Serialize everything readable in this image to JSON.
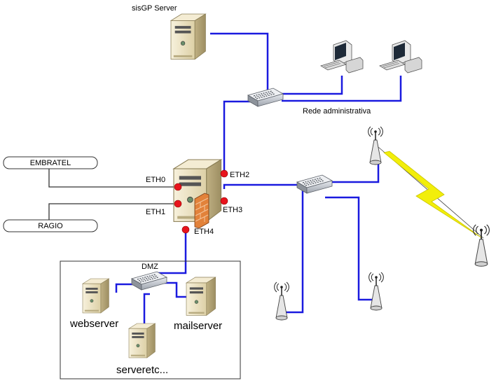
{
  "labels": {
    "sisgp_server": "sisGP Server",
    "rede_admin": "Rede administrativa",
    "embratel": "EMBRATEL",
    "ragio": "RAGIO",
    "eth0": "ETH0",
    "eth1": "ETH1",
    "eth2": "ETH2",
    "eth3": "ETH3",
    "eth4": "ETH4",
    "dmz": "DMZ",
    "webserver": "webserver",
    "mailserver": "mailserver",
    "serveretc": "serveretc..."
  },
  "colors": {
    "link": "#1a1adf",
    "wan_line": "#333333",
    "port_dot": "#e8141c",
    "lightning": "#f2ee0a",
    "server_body": "#efe5c8",
    "firewall": "#e2823a"
  }
}
